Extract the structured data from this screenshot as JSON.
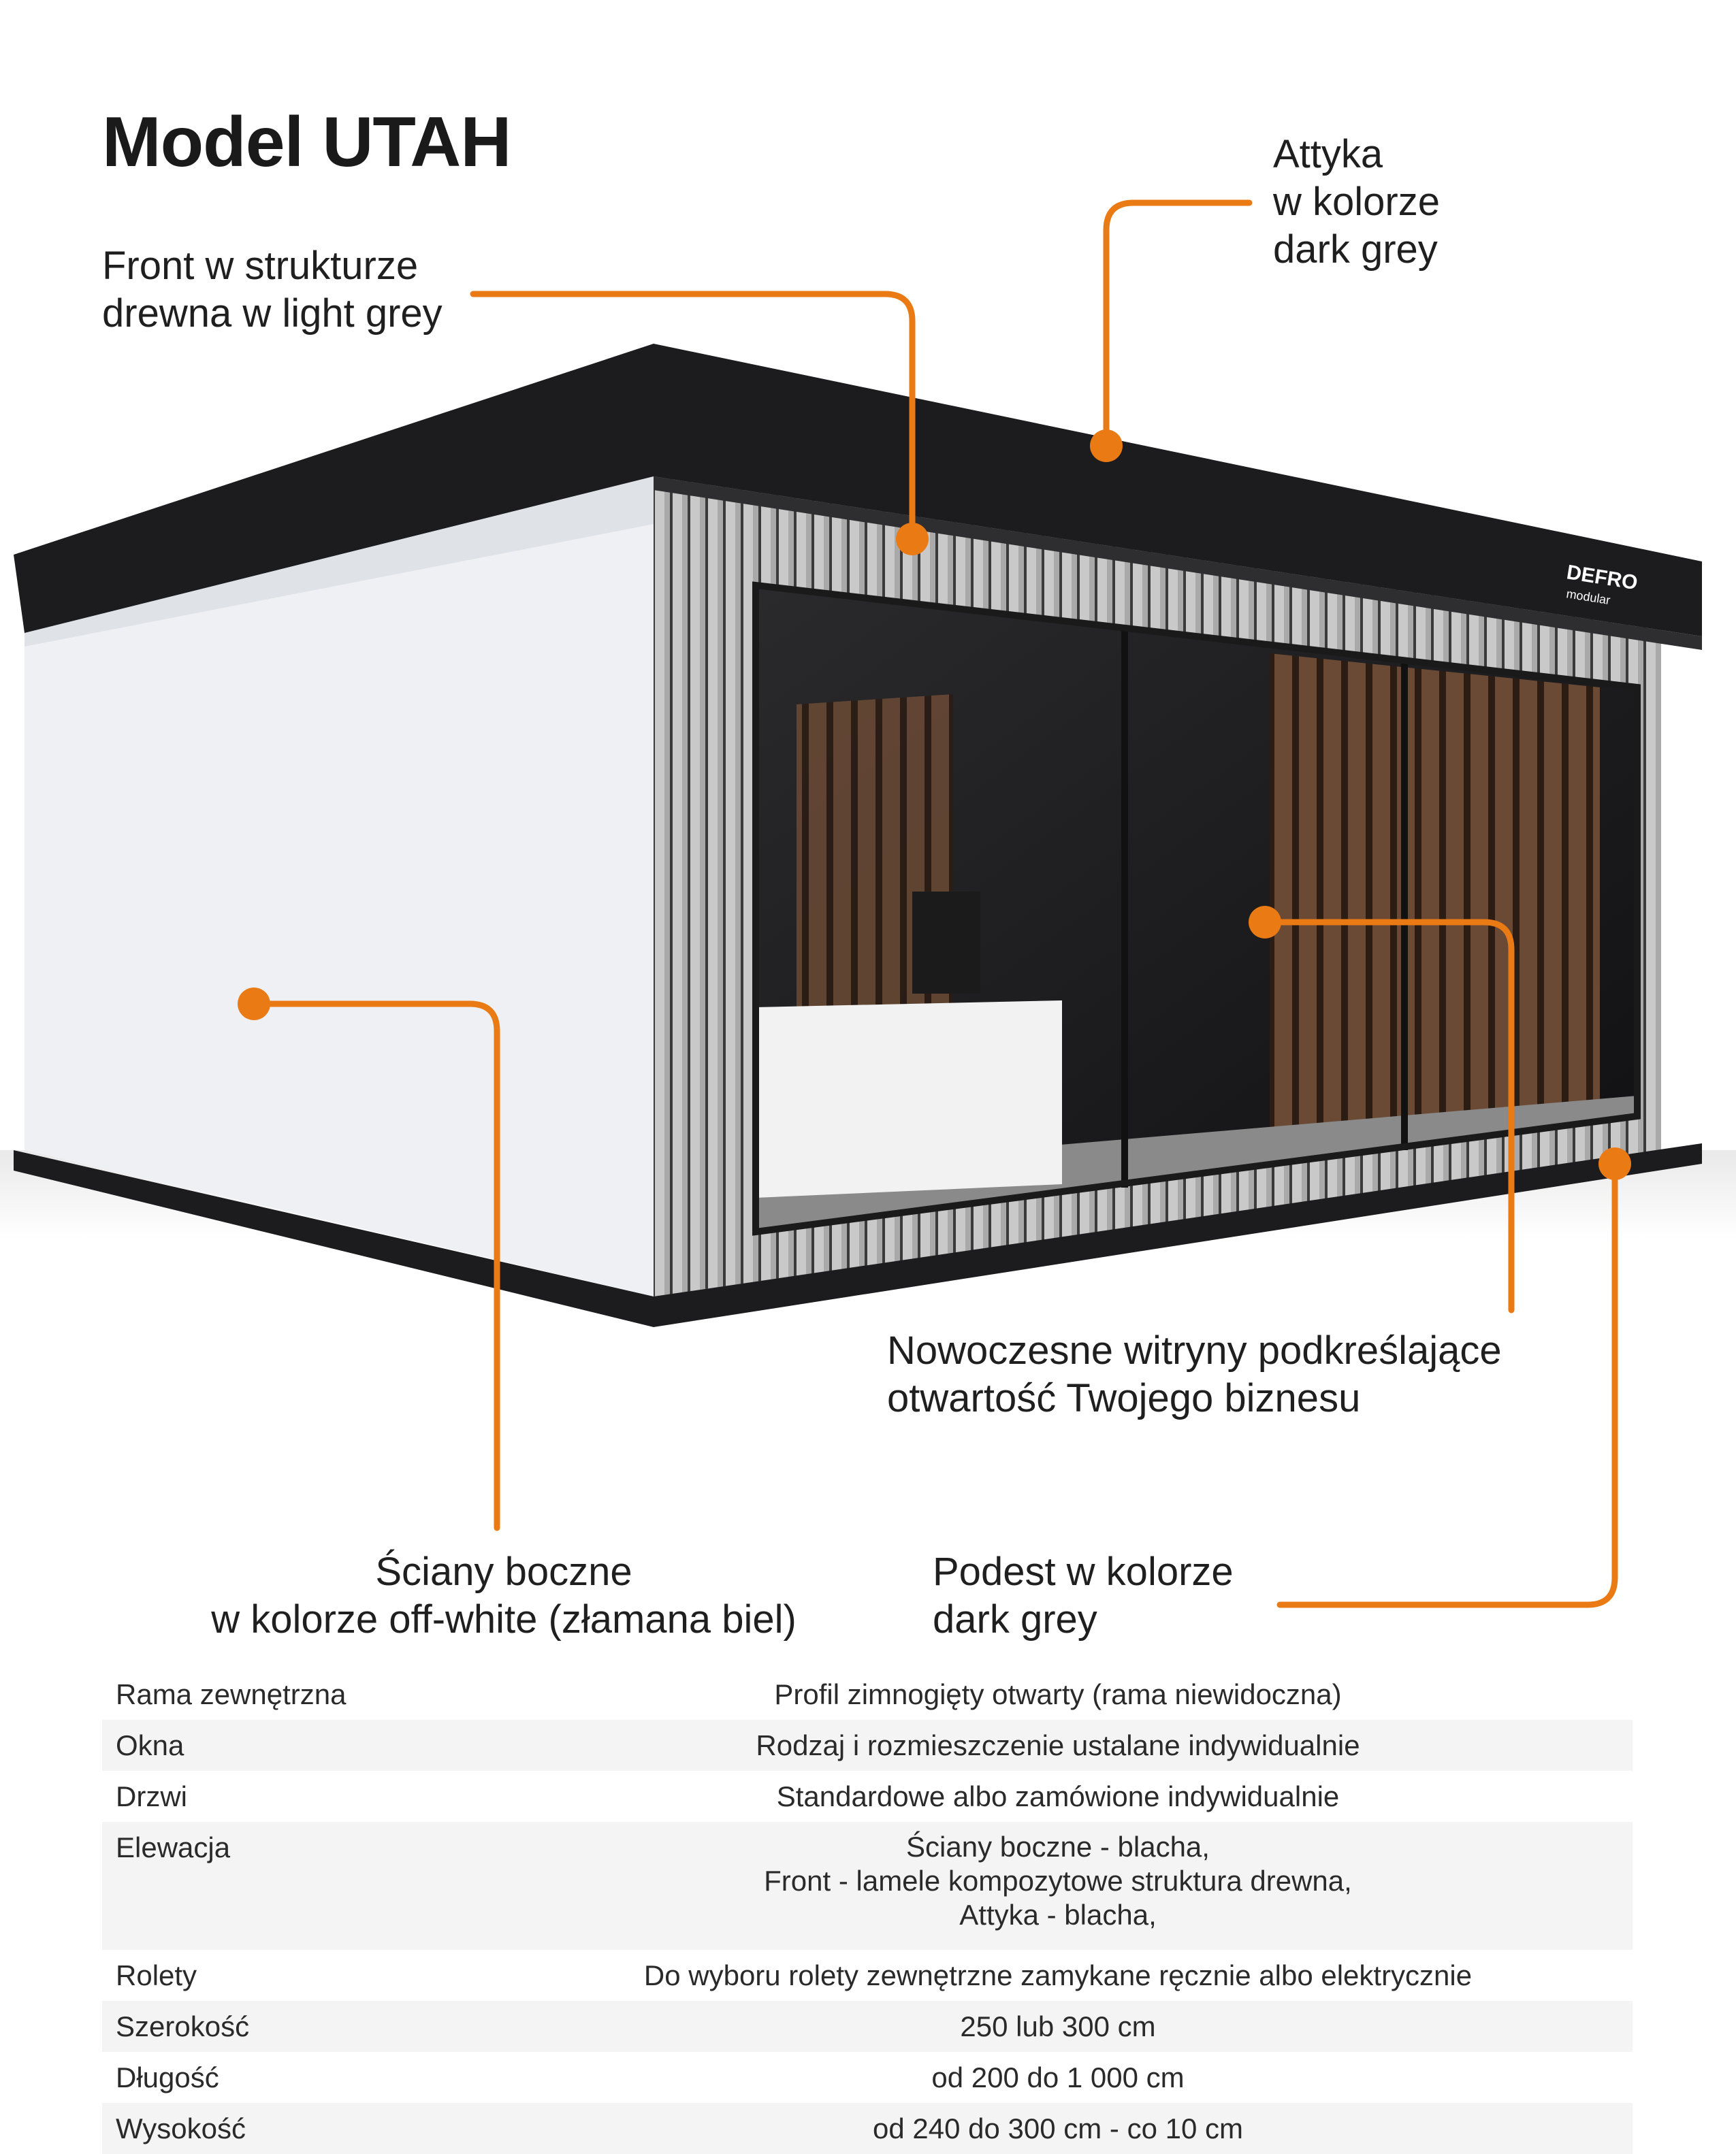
{
  "title": "Model UTAH",
  "callouts": {
    "front": [
      "Front w strukturze",
      "drewna w light grey"
    ],
    "attyka": [
      "Attyka",
      "w kolorze",
      "dark grey"
    ],
    "witryny": [
      "Nowoczesne witryny podkreślające",
      "otwartość Twojego biznesu"
    ],
    "sciany": [
      "Ściany boczne",
      "w kolorze off-white (złamana biel)"
    ],
    "podest": [
      "Podest w kolorze",
      "dark grey"
    ]
  },
  "brand": {
    "logo": "DEFRO",
    "sub": "modular"
  },
  "colors": {
    "accent": "#ea7a14",
    "roof": "#1c1c1e",
    "side_wall": "#eef0f3",
    "cladding": "#b5b5b5",
    "table_alt": "#f4f4f4"
  },
  "specs": [
    {
      "label": "Rama zewnętrzna",
      "value": [
        "Profil zimnogięty otwarty (rama niewidoczna)"
      ]
    },
    {
      "label": "Okna",
      "value": [
        "Rodzaj i rozmieszczenie ustalane indywidualnie"
      ]
    },
    {
      "label": "Drzwi",
      "value": [
        "Standardowe albo zamówione indywidualnie"
      ]
    },
    {
      "label": "Elewacja",
      "value": [
        "Ściany boczne - blacha,",
        "Front - lamele kompozytowe struktura drewna,",
        "Attyka -  blacha,"
      ]
    },
    {
      "label": "Rolety",
      "value": [
        "Do wyboru rolety zewnętrzne zamykane ręcznie albo elektrycznie"
      ]
    },
    {
      "label": "Szerokość",
      "value": [
        "250 lub 300 cm"
      ]
    },
    {
      "label": "Długość",
      "value": [
        "od 200 do 1 000 cm"
      ]
    },
    {
      "label": "Wysokość",
      "value": [
        "od 240 do 300 cm - co 10 cm"
      ]
    }
  ]
}
